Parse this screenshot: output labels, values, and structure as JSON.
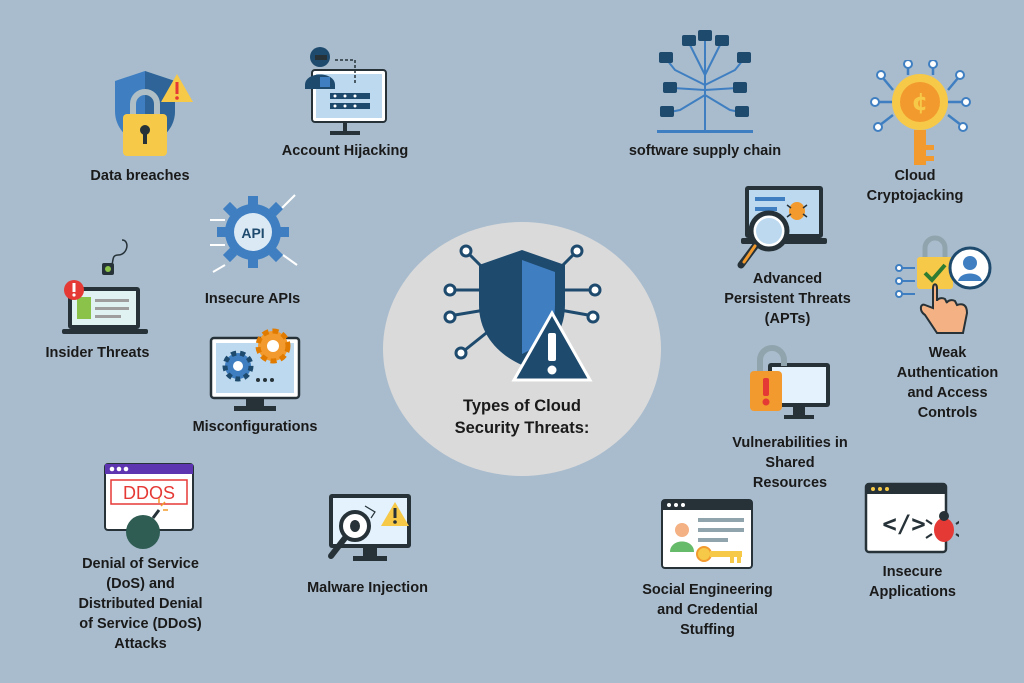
{
  "center": {
    "title_line1": "Types of Cloud",
    "title_line2": "Security Threats:"
  },
  "items": {
    "data_breaches": "Data breaches",
    "account_hijacking": "Account Hijacking",
    "software_supply_chain": "software supply chain",
    "cloud_cryptojacking": [
      "Cloud",
      "Cryptojacking"
    ],
    "insecure_apis": "Insecure APIs",
    "insider_threats": "Insider Threats",
    "misconfigurations": "Misconfigurations",
    "apts": [
      "Advanced",
      "Persistent Threats",
      "(APTs)"
    ],
    "weak_auth": [
      "Weak",
      "Authentication",
      "and Access",
      "Controls"
    ],
    "vulnerabilities": [
      "Vulnerabilities in",
      "Shared",
      "Resources"
    ],
    "dos": [
      "Denial of Service",
      "(DoS) and",
      "Distributed Denial",
      "of Service (DDoS)",
      "Attacks"
    ],
    "malware_injection": "Malware Injection",
    "social_engineering": [
      "Social Engineering",
      "and Credential",
      "Stuffing"
    ],
    "insecure_applications": [
      "Insecure",
      "Applications"
    ]
  },
  "icon_text": {
    "api": "API",
    "ddos": "DDOS",
    "code": "</>"
  },
  "colors": {
    "background": "#a9bccd",
    "circle": "#dadada",
    "navy": "#1e4a6e",
    "blue": "#3f7fc1",
    "light_blue": "#bcd9ef",
    "yellow": "#f7c948",
    "orange": "#f29a2e",
    "red": "#e53935",
    "dark": "#263238"
  }
}
